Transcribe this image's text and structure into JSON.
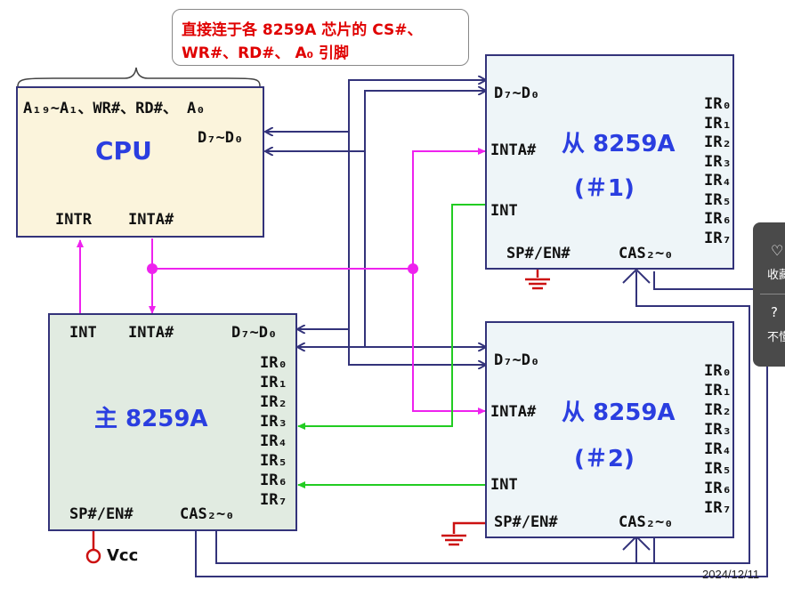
{
  "note": {
    "line1": "直接连于各 8259A 芯片的 CS#、",
    "line2": "WR#、RD#、 A₀ 引脚"
  },
  "cpu": {
    "title": "CPU",
    "addr_pins": "A₁₉~A₁、WR#、RD#、 A₀",
    "data_pins": "D₇~D₀",
    "intr": "INTR",
    "inta": "INTA#"
  },
  "master": {
    "title": "主 8259A",
    "int": "INT",
    "inta": "INTA#",
    "data": "D₇~D₀",
    "ir": [
      "IR₀",
      "IR₁",
      "IR₂",
      "IR₃",
      "IR₄",
      "IR₅",
      "IR₆",
      "IR₇"
    ],
    "spen": "SP#/EN#",
    "cas": "CAS₂~₀",
    "vcc": "Vcc"
  },
  "slave1": {
    "title": "从 8259A",
    "num": "(＃1)",
    "data": "D₇~D₀",
    "inta": "INTA#",
    "int": "INT",
    "ir": [
      "IR₀",
      "IR₁",
      "IR₂",
      "IR₃",
      "IR₄",
      "IR₅",
      "IR₆",
      "IR₇"
    ],
    "spen": "SP#/EN#",
    "cas": "CAS₂~₀"
  },
  "slave2": {
    "title": "从 8259A",
    "num": "(＃2)",
    "data": "D₇~D₀",
    "inta": "INTA#",
    "int": "INT",
    "ir": [
      "IR₀",
      "IR₁",
      "IR₂",
      "IR₃",
      "IR₄",
      "IR₅",
      "IR₆",
      "IR₇"
    ],
    "spen": "SP#/EN#",
    "cas": "CAS₂~₀"
  },
  "sidebar": {
    "favorite": "收藏",
    "unclear": "不懂"
  },
  "timestamp": "2024/12/11",
  "colors": {
    "bus": "#33337a",
    "inta": "#ee22ee",
    "int": "#22cc22",
    "note": "#e00000",
    "chip_text": "#2a3ee0"
  }
}
